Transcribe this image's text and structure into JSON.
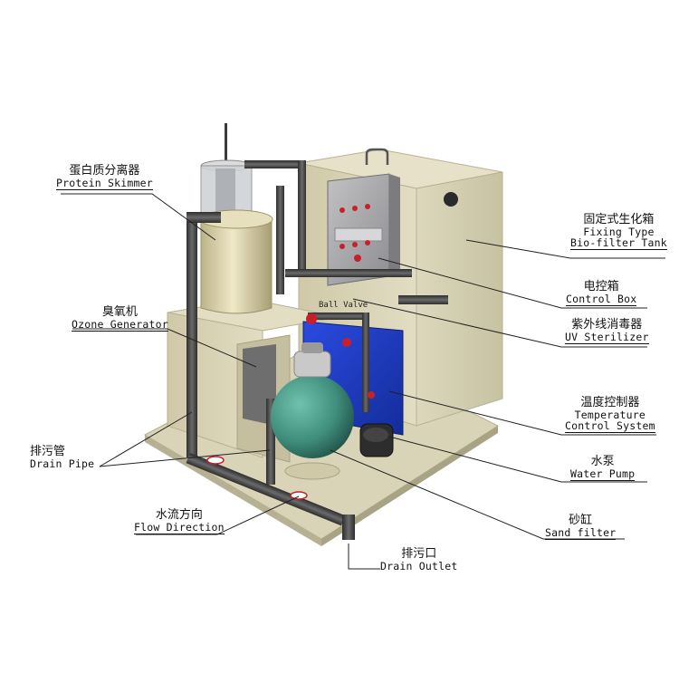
{
  "labels": {
    "protein_skimmer": {
      "cn": "蛋白质分离器",
      "en": "Protein Skimmer"
    },
    "ozone_generator": {
      "cn": "臭氧机",
      "en": "Ozone Generator"
    },
    "drain_pipe": {
      "cn": "排污管",
      "en": "Drain Pipe"
    },
    "flow_direction": {
      "cn": "水流方向",
      "en": "Flow Direction"
    },
    "drain_outlet": {
      "cn": "排污口",
      "en": "Drain Outlet"
    },
    "fixing_tank": {
      "cn": "固定式生化箱",
      "en1": "Fixing Type",
      "en2": "Bio-filter Tank"
    },
    "control_box": {
      "cn": "电控箱",
      "en": "Control Box"
    },
    "uv_sterilizer": {
      "cn": "紫外线消毒器",
      "en": "UV Sterilizer"
    },
    "temp_control": {
      "cn": "温度控制器",
      "en1": "Temperature",
      "en2": "Control System"
    },
    "water_pump": {
      "cn": "水泵",
      "en": "Water Pump"
    },
    "sand_filter": {
      "cn": "砂缸",
      "en": "Sand filter"
    },
    "ball_valve": "Ball Valve"
  },
  "colors": {
    "cabinet": "#d8d3b5",
    "cabinet_shade": "#bdb898",
    "pipe": "#4a4a4a",
    "sand_filter": "#3f8d7c",
    "uv_panel": "#1f3fc8",
    "control_box": "#a9a9ab",
    "valve_red": "#c8202a"
  }
}
